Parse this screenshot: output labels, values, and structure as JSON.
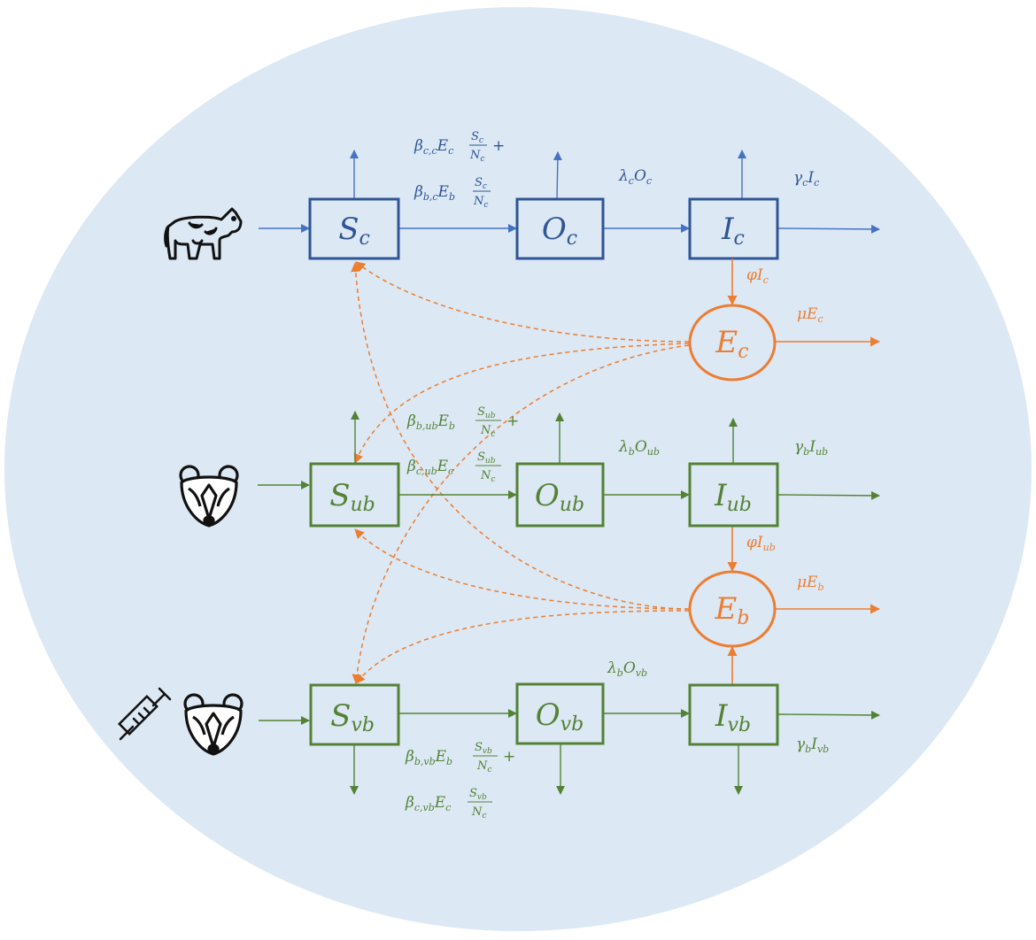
{
  "colors": {
    "background": "#dce8f4",
    "cattle": "#2f5597",
    "cattle_arrow": "#4472c4",
    "badger": "#548235",
    "environment": "#ed7d31",
    "icon": "#111111"
  },
  "nodes": {
    "Sc": {
      "base": "S",
      "sub": "c"
    },
    "Oc": {
      "base": "O",
      "sub": "c"
    },
    "Ic": {
      "base": "I",
      "sub": "c"
    },
    "Ec": {
      "base": "E",
      "sub": "c"
    },
    "Sub": {
      "base": "S",
      "sub": "ub"
    },
    "Oub": {
      "base": "O",
      "sub": "ub"
    },
    "Iub": {
      "base": "I",
      "sub": "ub"
    },
    "Eb": {
      "base": "E",
      "sub": "b"
    },
    "Svb": {
      "base": "S",
      "sub": "vb"
    },
    "Ovb": {
      "base": "O",
      "sub": "vb"
    },
    "Ivb": {
      "base": "I",
      "sub": "vb"
    }
  },
  "labels": {
    "lambda_c": {
      "base": "λ",
      "sub": "c",
      "base2": "O",
      "sub2": "c"
    },
    "gamma_c": {
      "base": "γ",
      "sub": "c",
      "base2": "I",
      "sub2": "c"
    },
    "phi_c": {
      "base": "φI",
      "sub": "c"
    },
    "mu_c": {
      "base": "μE",
      "sub": "c"
    },
    "lambda_ub": {
      "base": "λ",
      "sub": "b",
      "base2": "O",
      "sub2": "ub"
    },
    "gamma_ub": {
      "base": "γ",
      "sub": "b",
      "base2": "I",
      "sub2": "ub"
    },
    "phi_ub": {
      "base": "φI",
      "sub": "ub"
    },
    "mu_b": {
      "base": "μE",
      "sub": "b"
    },
    "lambda_vb": {
      "base": "λ",
      "sub": "b",
      "base2": "O",
      "sub2": "vb"
    },
    "gamma_vb": {
      "base": "γ",
      "sub": "b",
      "base2": "I",
      "sub2": "vb"
    }
  },
  "force_terms": {
    "cattle": [
      {
        "beta": "β",
        "bsub": "c,c",
        "env": "E",
        "esub": "c",
        "num": "S",
        "nsub": "c",
        "den": "N",
        "dsub": "c",
        "plus": "+"
      },
      {
        "beta": "β",
        "bsub": "b,c",
        "env": "E",
        "esub": "b",
        "num": "S",
        "nsub": "c",
        "den": "N",
        "dsub": "c",
        "plus": ""
      }
    ],
    "unvaccinated": [
      {
        "beta": "β",
        "bsub": "b,ub",
        "env": "E",
        "esub": "b",
        "num": "S",
        "nsub": "ub",
        "den": "N",
        "dsub": "c",
        "plus": "+"
      },
      {
        "beta": "β",
        "bsub": "c,ub",
        "env": "E",
        "esub": "c",
        "num": "S",
        "nsub": "ub",
        "den": "N",
        "dsub": "c",
        "plus": ""
      }
    ],
    "vaccinated": [
      {
        "beta": "β",
        "bsub": "b,vb",
        "env": "E",
        "esub": "b",
        "num": "S",
        "nsub": "vb",
        "den": "N",
        "dsub": "c",
        "plus": "+"
      },
      {
        "beta": "β",
        "bsub": "c,vb",
        "env": "E",
        "esub": "c",
        "num": "S",
        "nsub": "vb",
        "den": "N",
        "dsub": "c",
        "plus": ""
      }
    ]
  },
  "icons": [
    "cow-icon",
    "badger-icon",
    "syringe-icon",
    "vaccinated-badger-icon"
  ]
}
